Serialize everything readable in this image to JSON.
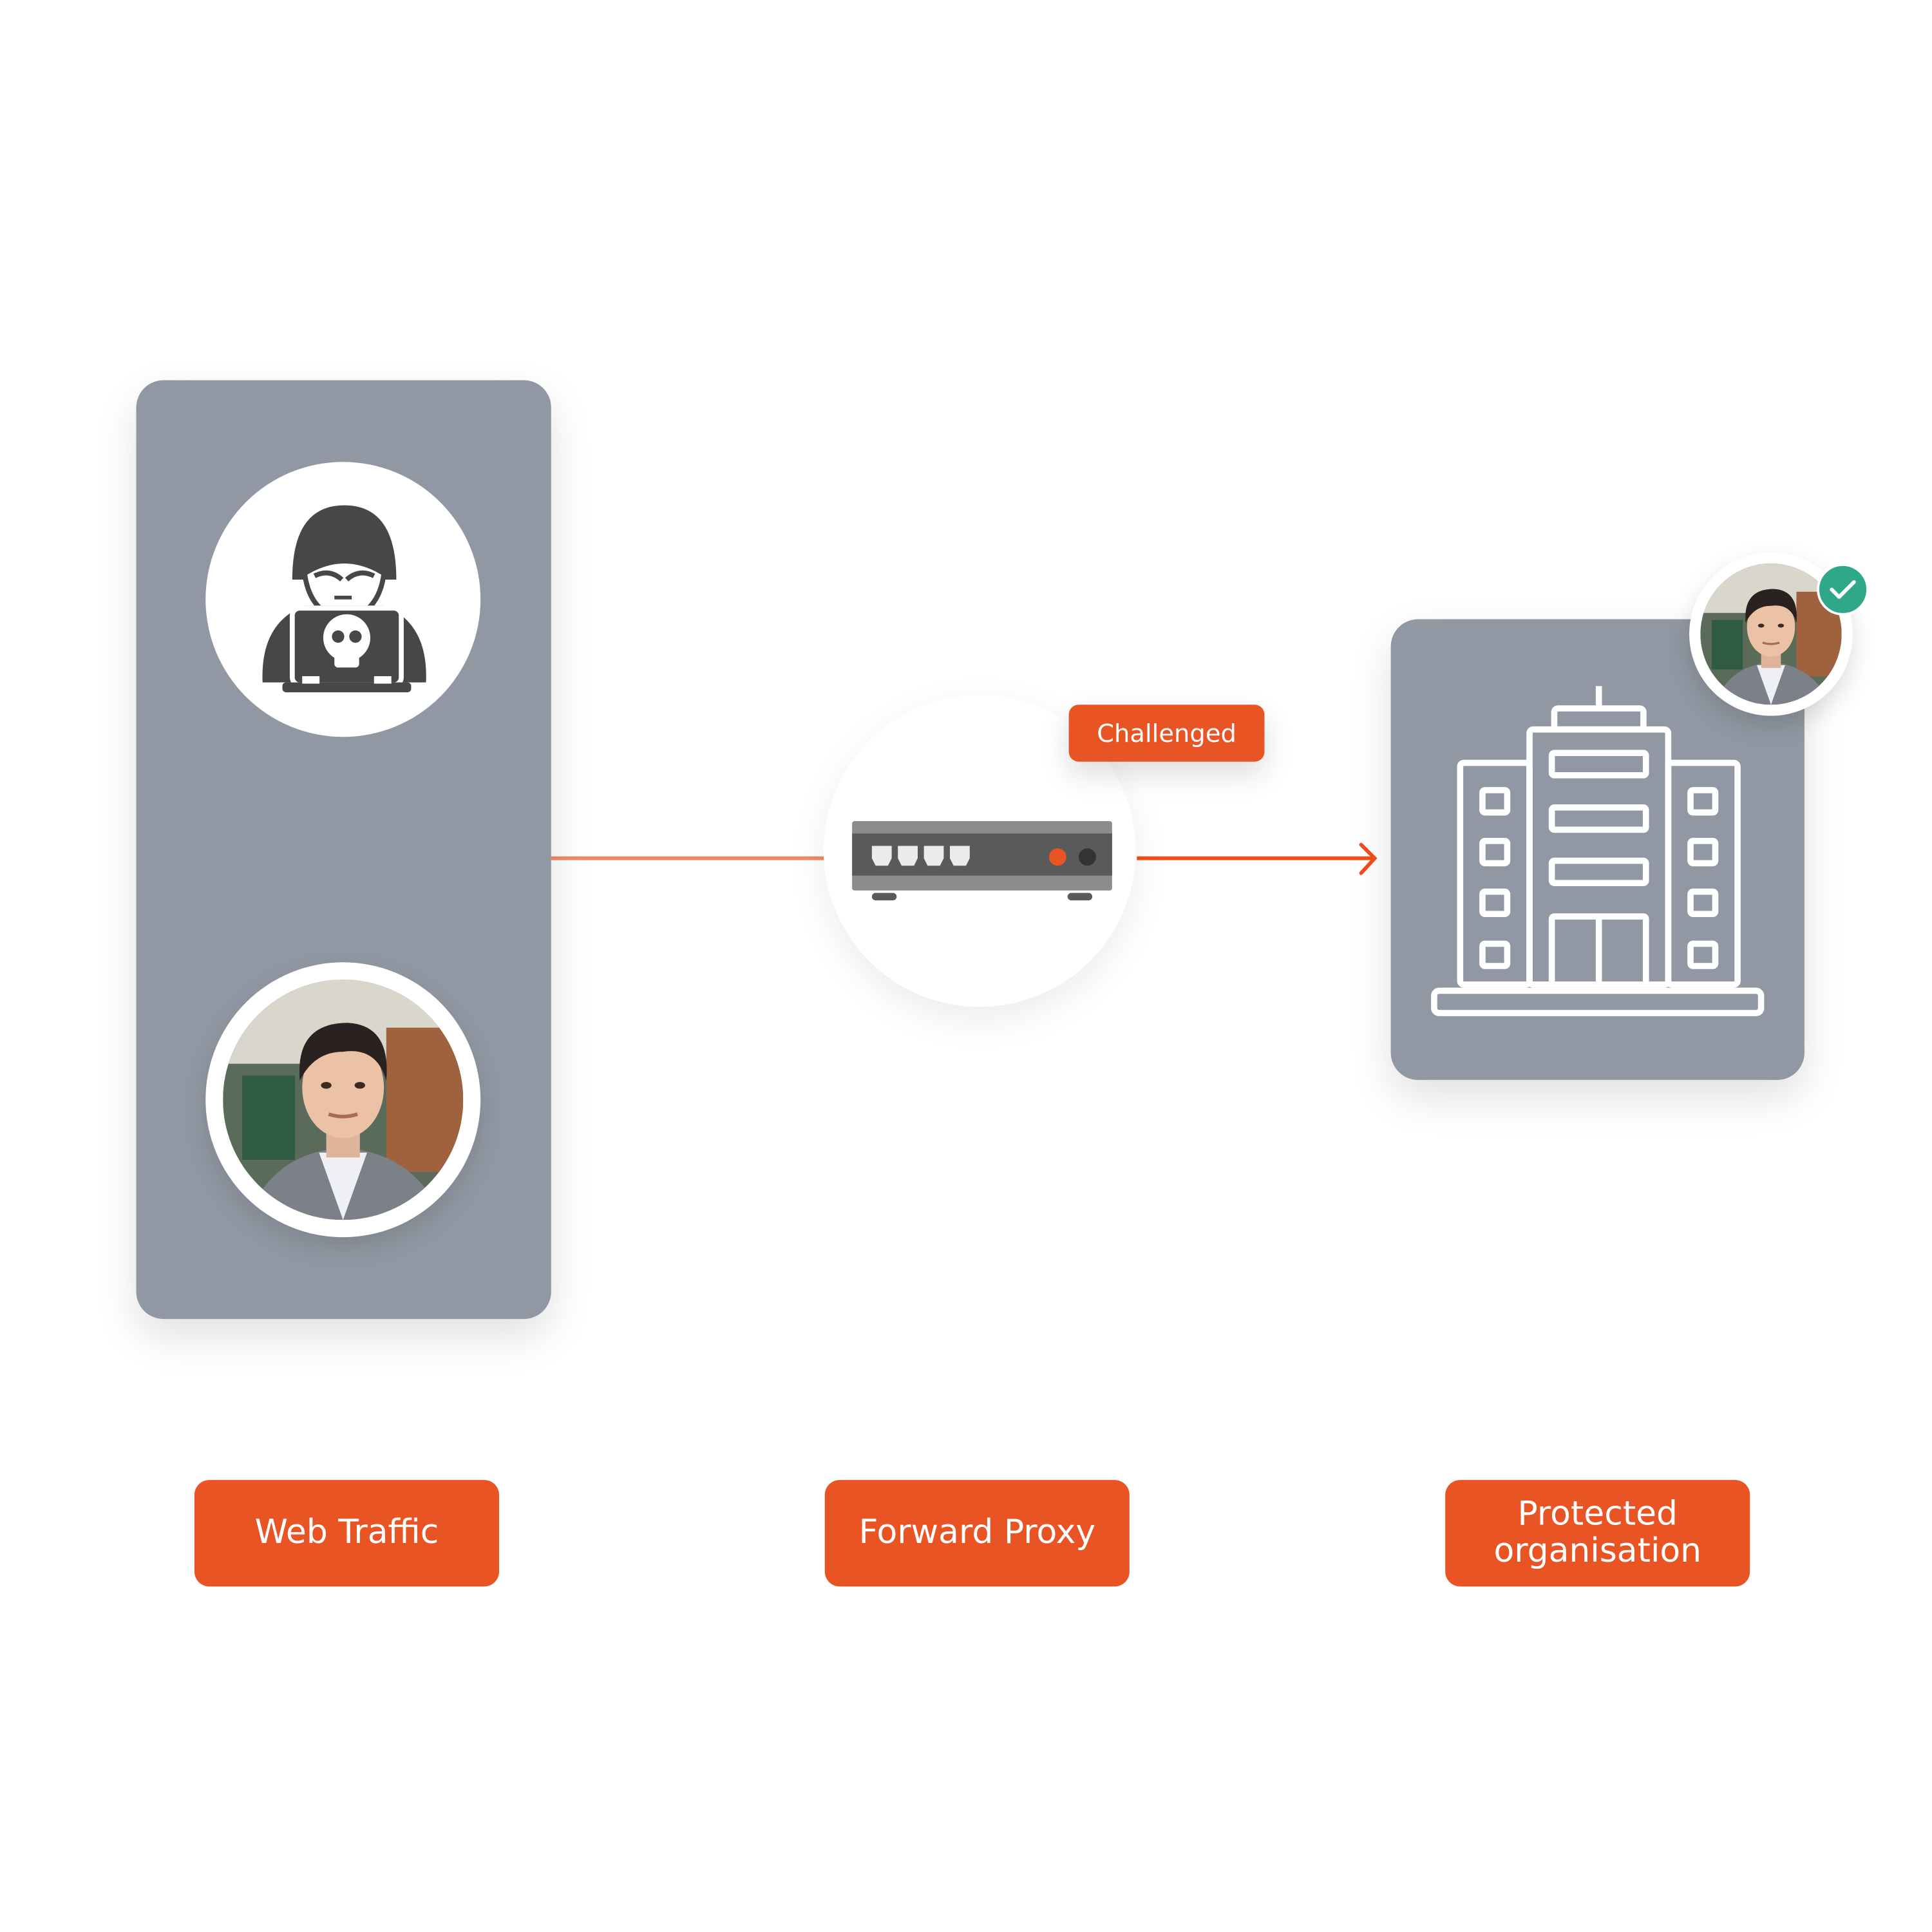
{
  "colors": {
    "accent": "#e95424",
    "panel": "#9198a3",
    "check": "#2fa88a",
    "device_dark": "#5a5a5a",
    "device_light": "#8c8c8c"
  },
  "nodes": {
    "web_traffic": {
      "label": "Web Traffic",
      "icons": [
        "hacker-icon",
        "user-avatar"
      ]
    },
    "forward_proxy": {
      "label": "Forward Proxy",
      "badge": "Challenged",
      "icon": "router-icon"
    },
    "protected_org": {
      "label": "Protected\norganisation",
      "icon": "building-icon",
      "avatar_status": "verified-check-icon"
    }
  }
}
